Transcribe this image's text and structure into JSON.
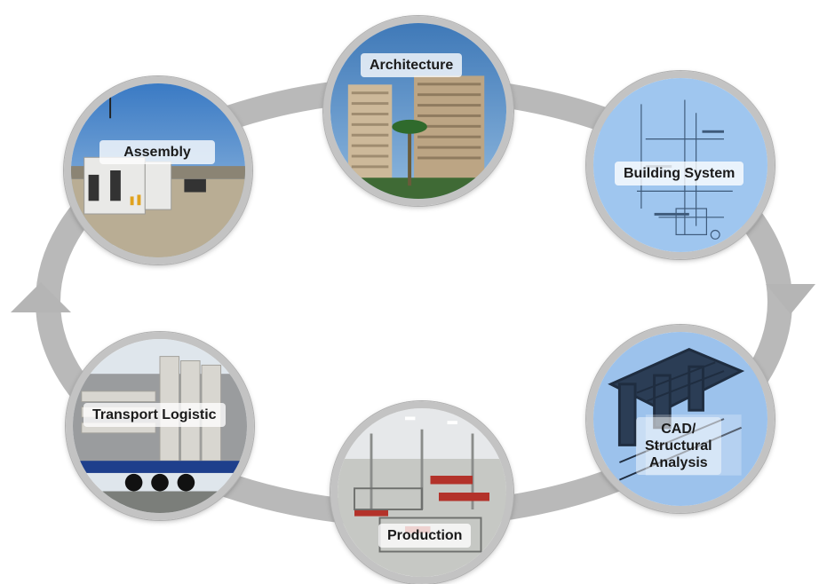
{
  "diagram": {
    "type": "process-cycle",
    "colors": {
      "ring": "#b9b9b9",
      "node_border": "#c3c3c3",
      "label_bg": "#ffffff",
      "label_text": "#1a1a1a"
    },
    "nodes": [
      {
        "id": "architecture",
        "label": "Architecture",
        "icon": "high-rise-buildings-photo"
      },
      {
        "id": "building-system",
        "label": "Building System",
        "icon": "technical-drawing-photo"
      },
      {
        "id": "cad",
        "label": "CAD/\nStructural\nAnalysis",
        "icon": "3d-cad-model-photo"
      },
      {
        "id": "production",
        "label": "Production",
        "icon": "factory-hall-photo"
      },
      {
        "id": "transport",
        "label": "Transport Logistic",
        "icon": "truck-with-panels-photo"
      },
      {
        "id": "assembly",
        "label": "Assembly",
        "icon": "construction-site-photo"
      }
    ],
    "flow": [
      "architecture",
      "building-system",
      "cad",
      "production",
      "transport",
      "assembly",
      "architecture"
    ]
  }
}
